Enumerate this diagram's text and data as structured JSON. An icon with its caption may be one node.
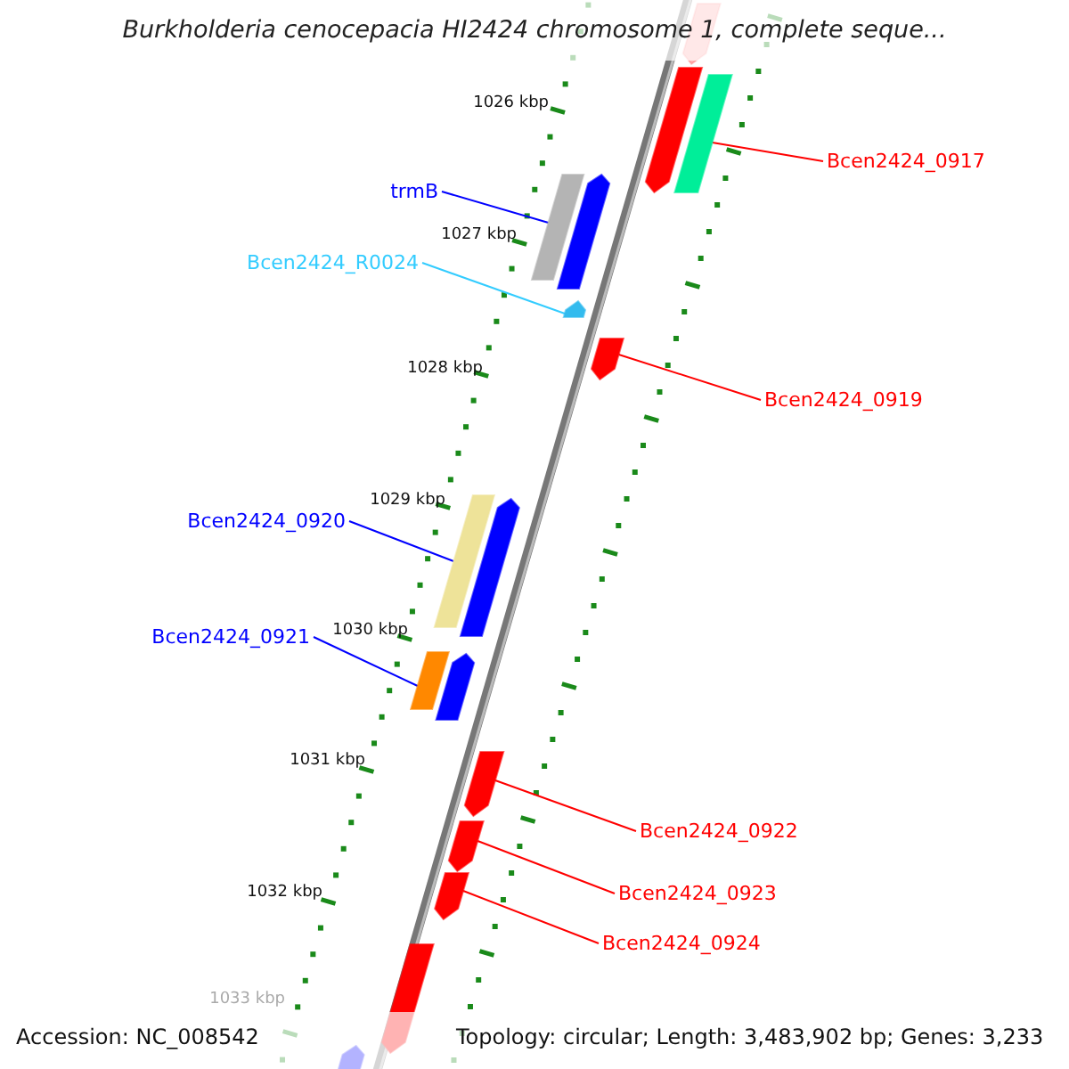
{
  "diagram": {
    "title": "Burkholderia cenocepacia HI2424 chromosome 1, complete seque...",
    "nodes": [
      {
        "text": [
          "Bcen2424_0917"
        ]
      },
      {
        "text": [
          "trmB"
        ]
      },
      {
        "text": [
          "Bcen2424_R0024"
        ]
      },
      {
        "text": [
          "Bcen2424_0919"
        ]
      },
      {
        "text": [
          "Bcen2424_0920"
        ]
      },
      {
        "text": [
          "Bcen2424_0921"
        ]
      },
      {
        "text": [
          "Bcen2424_0922"
        ]
      },
      {
        "text": [
          "Bcen2424_0923"
        ]
      },
      {
        "text": [
          "Bcen2424_0924"
        ]
      },
      {
        "text": [],
        "shape": "bar"
      },
      {
        "text": [],
        "shape": "bar"
      },
      {
        "text": [],
        "shape": "bar"
      },
      {
        "text": [],
        "shape": "bar"
      },
      {
        "text": [],
        "shape": "bar"
      },
      {
        "text": [],
        "shape": "bar"
      },
      {
        "text": [],
        "shape": "bar"
      },
      {
        "text": [],
        "shape": "bar"
      },
      {
        "text": [],
        "shape": "bar"
      },
      {
        "text": [],
        "shape": "bar"
      },
      {
        "text": [],
        "shape": "bar"
      },
      {
        "text": [],
        "shape": "bar"
      }
    ],
    "edges": [
      {
        "from": 0,
        "to": 10,
        "arrow": "none"
      },
      {
        "from": 1,
        "to": 11,
        "arrow": "none",
        "color": "#0000ff"
      },
      {
        "from": 2,
        "to": 12,
        "arrow": "none",
        "color": "#33ccff"
      },
      {
        "from": 3,
        "to": 13,
        "arrow": "none"
      },
      {
        "from": 4,
        "to": 14,
        "arrow": "none",
        "color": "#0000ff"
      },
      {
        "from": 5,
        "to": 15,
        "arrow": "none",
        "color": "#0000ff"
      },
      {
        "from": 6,
        "to": 16,
        "arrow": "none"
      },
      {
        "from": 7,
        "to": 17,
        "arrow": "none"
      },
      {
        "from": 8,
        "to": 18,
        "arrow": "none"
      }
    ],
    "labels": [
      "1026 kbp",
      "1027 kbp",
      "1028 kbp",
      "1029 kbp",
      "1030 kbp",
      "1031 kbp",
      "1032 kbp",
      "1033 kbp",
      "Accession: NC_008542",
      "Topology: circular; Length: 3,483,902 bp; Genes: 3,233"
    ]
  }
}
